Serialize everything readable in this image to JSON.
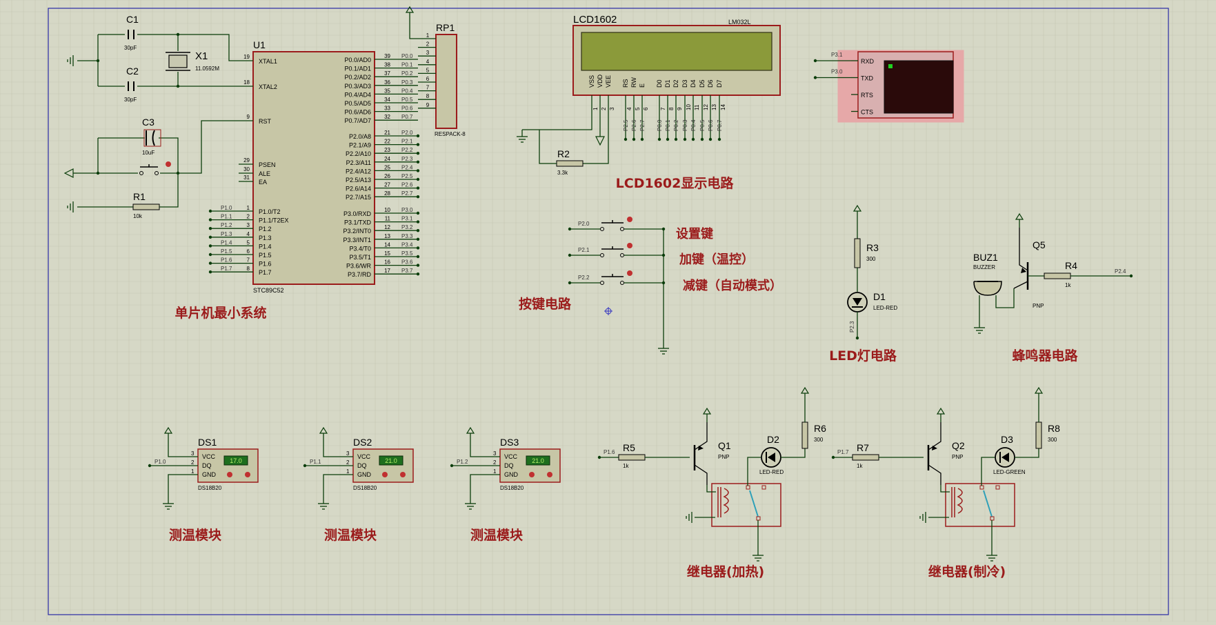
{
  "sections": {
    "mcu": "单片机最小系统",
    "lcd": "LCD1602显示电路",
    "keys": "按键电路",
    "led": "LED灯电路",
    "buzzer": "蜂鸣器电路",
    "temp1": "测温模块",
    "temp2": "测温模块",
    "temp3": "测温模块",
    "relay_heat": "继电器(加热)",
    "relay_cool": "继电器(制冷)"
  },
  "components": {
    "c1": {
      "ref": "C1",
      "value": "30pF"
    },
    "c2": {
      "ref": "C2",
      "value": "30pF"
    },
    "c3": {
      "ref": "C3",
      "value": "10uF"
    },
    "x1": {
      "ref": "X1",
      "value": "11.0592M"
    },
    "r1": {
      "ref": "R1",
      "value": "10k"
    },
    "r2": {
      "ref": "R2",
      "value": "3.3k"
    },
    "r3": {
      "ref": "R3",
      "value": "300"
    },
    "r4": {
      "ref": "R4",
      "value": "1k"
    },
    "r5": {
      "ref": "R5",
      "value": "1k"
    },
    "r6": {
      "ref": "R6",
      "value": "300"
    },
    "r7": {
      "ref": "R7",
      "value": "1k"
    },
    "r8": {
      "ref": "R8",
      "value": "300"
    },
    "u1": {
      "ref": "U1",
      "part": "STC89C52"
    },
    "rp1": {
      "ref": "RP1",
      "part": "RESPACK-8"
    },
    "lcd": {
      "ref": "LCD1602",
      "part": "LM032L"
    },
    "d1": {
      "ref": "D1",
      "part": "LED-RED"
    },
    "d2": {
      "ref": "D2",
      "part": "LED-RED"
    },
    "d3": {
      "ref": "D3",
      "part": "LED-GREEN"
    },
    "q1": {
      "ref": "Q1",
      "part": "PNP"
    },
    "q2": {
      "ref": "Q2",
      "part": "PNP"
    },
    "q5": {
      "ref": "Q5",
      "part": "PNP"
    },
    "buz1": {
      "ref": "BUZ1",
      "part": "BUZZER"
    },
    "ds1": {
      "ref": "DS1",
      "part": "DS18B20",
      "reading": "17.0",
      "net": "P1.0"
    },
    "ds2": {
      "ref": "DS2",
      "part": "DS18B20",
      "reading": "21.0",
      "net": "P1.1"
    },
    "ds3": {
      "ref": "DS3",
      "part": "DS18B20",
      "reading": "21.0",
      "net": "P1.2"
    }
  },
  "ds_pins": {
    "vcc": "VCC",
    "dq": "DQ",
    "gnd": "GND",
    "n3": "3",
    "n2": "2",
    "n1": "1"
  },
  "u1_left": [
    {
      "num": "19",
      "name": "XTAL1"
    },
    {
      "num": "18",
      "name": "XTAL2"
    },
    {
      "num": "9",
      "name": "RST"
    },
    {
      "num": "29",
      "name": "PSEN"
    },
    {
      "num": "30",
      "name": "ALE"
    },
    {
      "num": "31",
      "name": "EA"
    }
  ],
  "u1_p1": [
    {
      "num": "1",
      "name": "P1.0/T2",
      "net": "P1.0"
    },
    {
      "num": "2",
      "name": "P1.1/T2EX",
      "net": "P1.1"
    },
    {
      "num": "3",
      "name": "P1.2",
      "net": "P1.2"
    },
    {
      "num": "4",
      "name": "P1.3",
      "net": "P1.3"
    },
    {
      "num": "5",
      "name": "P1.4",
      "net": "P1.4"
    },
    {
      "num": "6",
      "name": "P1.5",
      "net": "P1.5"
    },
    {
      "num": "7",
      "name": "P1.6",
      "net": "P1.6"
    },
    {
      "num": "8",
      "name": "P1.7",
      "net": "P1.7"
    }
  ],
  "u1_p0": [
    {
      "num": "39",
      "name": "P0.0/AD0",
      "net": "P0.0"
    },
    {
      "num": "38",
      "name": "P0.1/AD1",
      "net": "P0.1"
    },
    {
      "num": "37",
      "name": "P0.2/AD2",
      "net": "P0.2"
    },
    {
      "num": "36",
      "name": "P0.3/AD3",
      "net": "P0.3"
    },
    {
      "num": "35",
      "name": "P0.4/AD4",
      "net": "P0.4"
    },
    {
      "num": "34",
      "name": "P0.5/AD5",
      "net": "P0.5"
    },
    {
      "num": "33",
      "name": "P0.6/AD6",
      "net": "P0.6"
    },
    {
      "num": "32",
      "name": "P0.7/AD7",
      "net": "P0.7"
    }
  ],
  "u1_p2": [
    {
      "num": "21",
      "name": "P2.0/A8",
      "net": "P2.0"
    },
    {
      "num": "22",
      "name": "P2.1/A9",
      "net": "P2.1"
    },
    {
      "num": "23",
      "name": "P2.2/A10",
      "net": "P2.2"
    },
    {
      "num": "24",
      "name": "P2.3/A11",
      "net": "P2.3"
    },
    {
      "num": "25",
      "name": "P2.4/A12",
      "net": "P2.4"
    },
    {
      "num": "26",
      "name": "P2.5/A13",
      "net": "P2.5"
    },
    {
      "num": "27",
      "name": "P2.6/A14",
      "net": "P2.6"
    },
    {
      "num": "28",
      "name": "P2.7/A15",
      "net": "P2.7"
    }
  ],
  "u1_p3": [
    {
      "num": "10",
      "name": "P3.0/RXD",
      "net": "P3.0"
    },
    {
      "num": "11",
      "name": "P3.1/TXD",
      "net": "P3.1"
    },
    {
      "num": "12",
      "name": "P3.2/INT0",
      "net": "P3.2"
    },
    {
      "num": "13",
      "name": "P3.3/INT1",
      "net": "P3.3"
    },
    {
      "num": "14",
      "name": "P3.4/T0",
      "net": "P3.4"
    },
    {
      "num": "15",
      "name": "P3.5/T1",
      "net": "P3.5"
    },
    {
      "num": "16",
      "name": "P3.6/WR",
      "net": "P3.6"
    },
    {
      "num": "17",
      "name": "P3.7/RD",
      "net": "P3.7"
    }
  ],
  "rp1_pins": [
    "1",
    "2",
    "3",
    "4",
    "5",
    "6",
    "7",
    "8",
    "9"
  ],
  "lcd_pins": [
    {
      "num": "1",
      "name": "VSS",
      "net": ""
    },
    {
      "num": "2",
      "name": "VDD",
      "net": ""
    },
    {
      "num": "3",
      "name": "VEE",
      "net": ""
    },
    {
      "num": "4",
      "name": "RS",
      "net": "P2.5"
    },
    {
      "num": "5",
      "name": "RW",
      "net": "P2.6"
    },
    {
      "num": "6",
      "name": "E",
      "net": "P2.7"
    },
    {
      "num": "7",
      "name": "D0",
      "net": "P0.0"
    },
    {
      "num": "8",
      "name": "D1",
      "net": "P0.1"
    },
    {
      "num": "9",
      "name": "D2",
      "net": "P0.2"
    },
    {
      "num": "10",
      "name": "D3",
      "net": "P0.3"
    },
    {
      "num": "11",
      "name": "D4",
      "net": "P0.4"
    },
    {
      "num": "12",
      "name": "D5",
      "net": "P0.5"
    },
    {
      "num": "13",
      "name": "D6",
      "net": "P0.6"
    },
    {
      "num": "14",
      "name": "D7",
      "net": "P0.7"
    }
  ],
  "terminal": {
    "pins": [
      "RXD",
      "TXD",
      "RTS",
      "CTS"
    ],
    "nets": [
      "P3.1",
      "P3.0"
    ]
  },
  "keys": [
    {
      "net": "P2.0",
      "label": "设置键"
    },
    {
      "net": "P2.1",
      "label": "加键（温控）"
    },
    {
      "net": "P2.2",
      "label": "减键（自动模式）"
    }
  ],
  "nets": {
    "d1": "P2.3",
    "r4": "P2.4",
    "r5": "P1.6",
    "r7": "P1.7"
  },
  "colors": {
    "background": "#d6d8c6",
    "grid": "#c6c8b4",
    "wire": "#0b3d0b",
    "component": "#9b1b1b",
    "chip_fill": "#c7c6a6",
    "lcd_screen": "#8b9a3a",
    "terminal_screen": "#2a0a0a",
    "section_label": "#9b1b1b",
    "lcd_display": "#1e6e1e"
  }
}
